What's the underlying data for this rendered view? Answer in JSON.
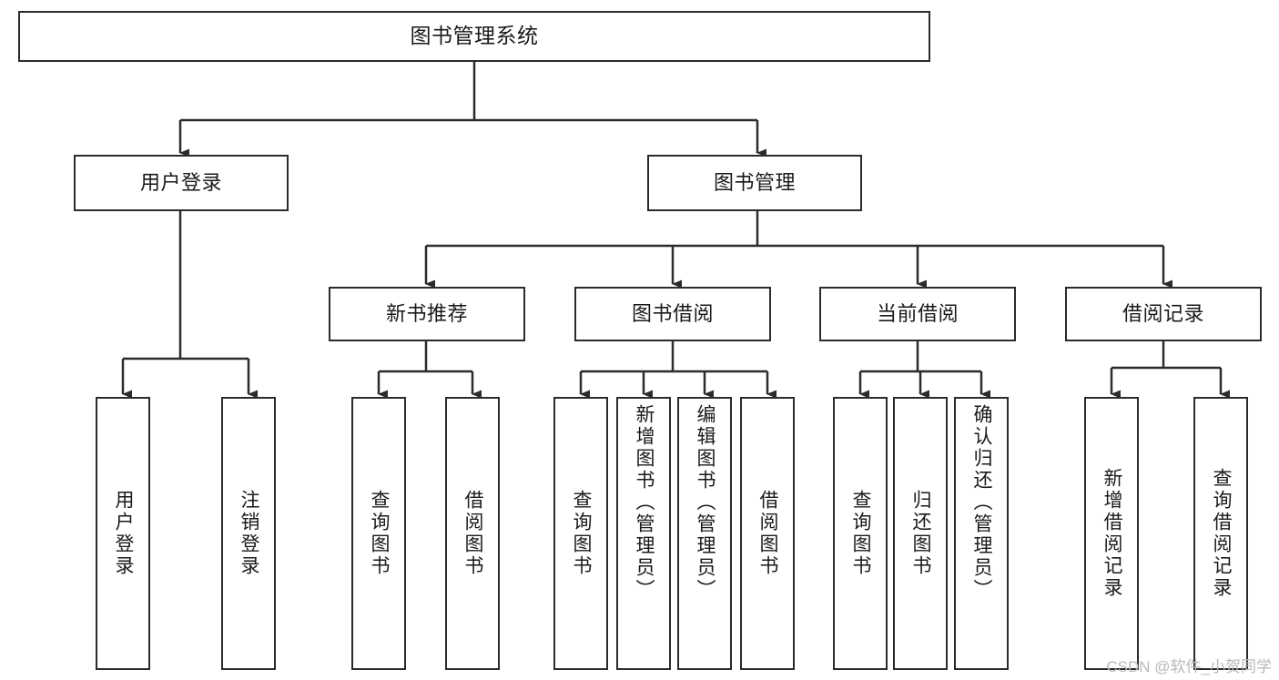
{
  "diagram": {
    "title": "图书管理系统",
    "type": "tree",
    "colors": {
      "box_border": "#2b2b2b",
      "box_fill": "#ffffff",
      "edge": "#2b2b2b",
      "text": "#1a1a1a",
      "watermark": "#b9b9b9"
    },
    "watermark": "CSDN @软件_小贺同学",
    "nodes": {
      "root": {
        "label": "图书管理系统"
      },
      "level2": [
        {
          "label": "用户登录"
        },
        {
          "label": "图书管理"
        }
      ],
      "level3": [
        {
          "label": "新书推荐"
        },
        {
          "label": "图书借阅"
        },
        {
          "label": "当前借阅"
        },
        {
          "label": "借阅记录"
        }
      ],
      "leaves_user_login": [
        {
          "label": "用户登录"
        },
        {
          "label": "注销登录"
        }
      ],
      "leaves_new_books": [
        {
          "label": "查询图书"
        },
        {
          "label": "借阅图书"
        }
      ],
      "leaves_borrow": [
        {
          "label": "查询图书"
        },
        {
          "label": "新增图书（管理员）"
        },
        {
          "label": "编辑图书（管理员）"
        },
        {
          "label": "借阅图书"
        }
      ],
      "leaves_current": [
        {
          "label": "查询图书"
        },
        {
          "label": "归还图书"
        },
        {
          "label": "确认归还（管理员）"
        }
      ],
      "leaves_records": [
        {
          "label": "新增借阅记录"
        },
        {
          "label": "查询借阅记录"
        }
      ]
    }
  }
}
